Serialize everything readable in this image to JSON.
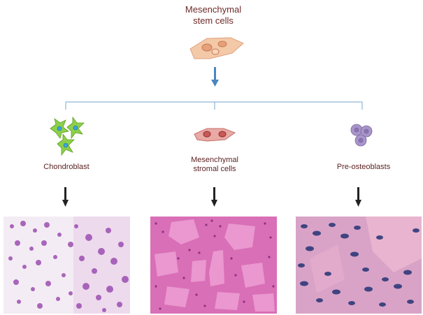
{
  "diagram": {
    "root": {
      "line1": "Mesenchymal",
      "line2": "stem cells"
    },
    "branches": [
      {
        "label": "Chondroblast"
      },
      {
        "label_line1": "Mesenchymal",
        "label_line2": "stromal cells"
      },
      {
        "label": "Pre-osteoblasts"
      }
    ]
  },
  "colors": {
    "title_text": "#6e2a2a",
    "connector": "#4a86c0",
    "stem_cell_fill": "#f3c9a8",
    "stromal_fill": "#e9a9a4",
    "chondro_fill": "#8ed04a",
    "osteo_fill": "#a995c9"
  }
}
